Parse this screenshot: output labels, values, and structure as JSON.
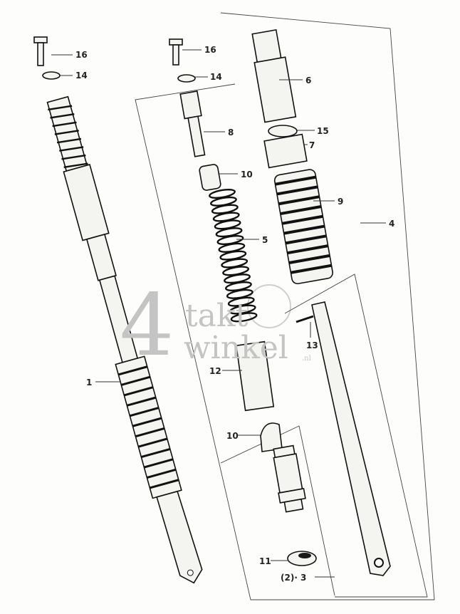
{
  "diagram": {
    "watermark": {
      "numeral": "4",
      "line1": "takt",
      "line2": "winkel",
      "suffix": ".nl"
    },
    "callouts": {
      "left_bolt": "16",
      "left_washer": "14",
      "mid_bolt": "16",
      "mid_washer": "14",
      "upper_cover": "6",
      "spring_seat": "15",
      "upper_guide": "7",
      "boot": "9",
      "assembly": "4",
      "damper_rod": "8",
      "upper_bush": "10",
      "spring": "5",
      "pin": "13",
      "sleeve": "12",
      "complete_fork": "1",
      "lower_bush": "10",
      "nut": "11",
      "bottom_case": "(2)· 3"
    }
  }
}
